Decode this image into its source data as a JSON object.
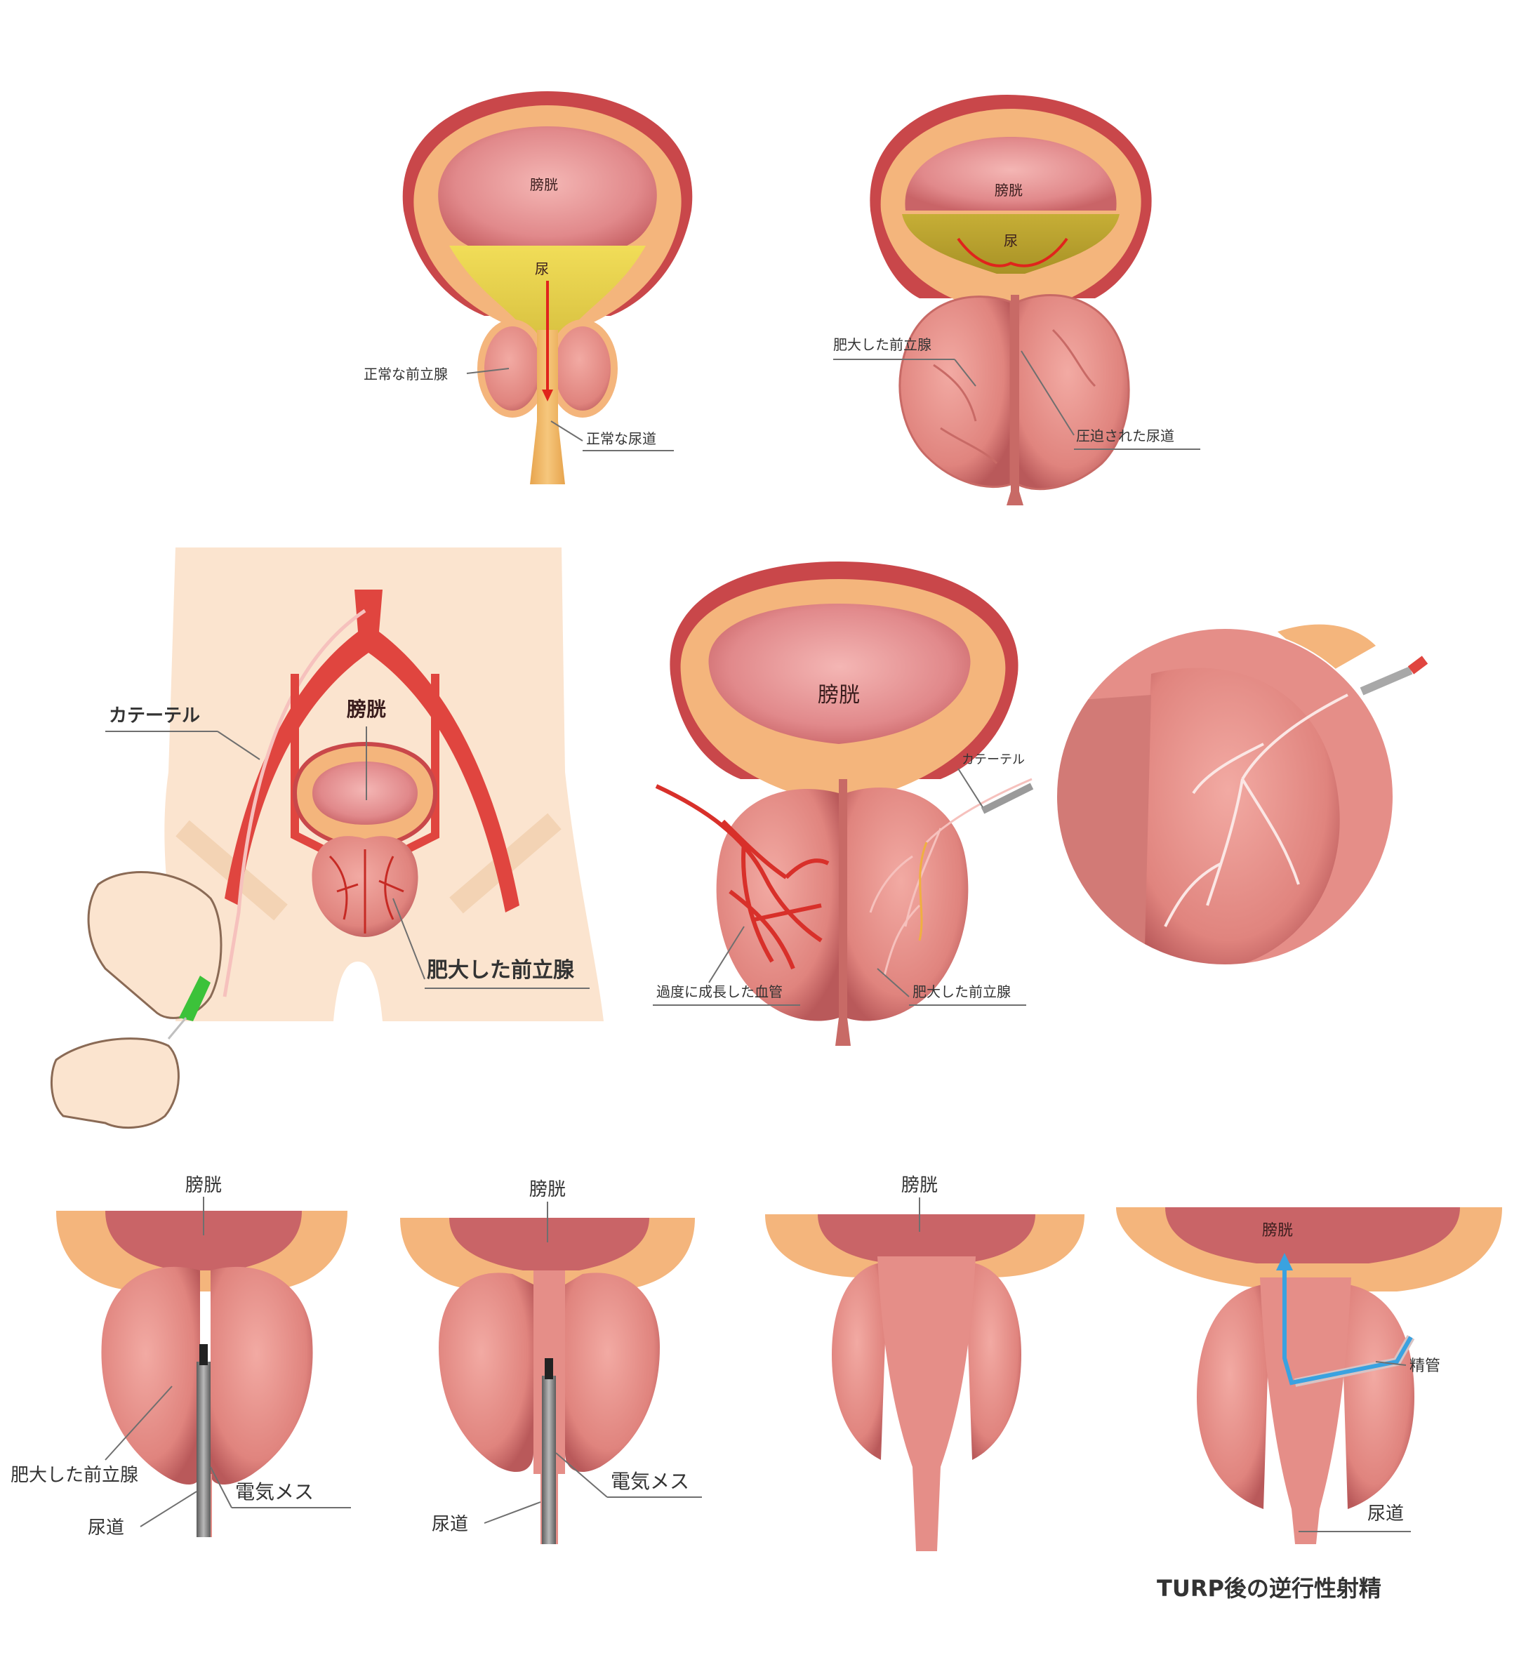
{
  "panel1": {
    "bladder": "膀胱",
    "urine": "尿",
    "normal_prostate": "正常な前立腺",
    "normal_urethra": "正常な尿道"
  },
  "panel2": {
    "bladder": "膀胱",
    "urine": "尿",
    "enlarged_prostate": "肥大した前立腺",
    "compressed_urethra": "圧迫された尿道"
  },
  "panel3": {
    "catheter": "カテーテル",
    "bladder": "膀胱",
    "enlarged_prostate": "肥大した前立腺"
  },
  "panel4": {
    "bladder": "膀胱",
    "catheter": "カテーテル",
    "overgrown_vessels": "過度に成長した血管",
    "enlarged_prostate": "肥大した前立腺"
  },
  "panel6": {
    "bladder": "膀胱",
    "enlarged_prostate": "肥大した前立腺",
    "urethra": "尿道",
    "electric_scalpel": "電気メス"
  },
  "panel7": {
    "bladder": "膀胱",
    "urethra": "尿道",
    "electric_scalpel": "電気メス"
  },
  "panel8": {
    "bladder": "膀胱"
  },
  "panel9": {
    "bladder": "膀胱",
    "seminal_duct": "精管",
    "urethra": "尿道",
    "caption": "TURP後の逆行性射精"
  },
  "colors": {
    "bladder_wall": "#f4b57c",
    "bladder_outer": "#c9474a",
    "bladder_lumen": "#e28a8d",
    "prostate": "#e58e88",
    "prostate_dark": "#c86a66",
    "urine": "#e8d04f",
    "arrow_red": "#e0241c",
    "vessel": "#e0453f",
    "skin": "#fbe4cf",
    "blue_arrow": "#3aa2e0"
  }
}
